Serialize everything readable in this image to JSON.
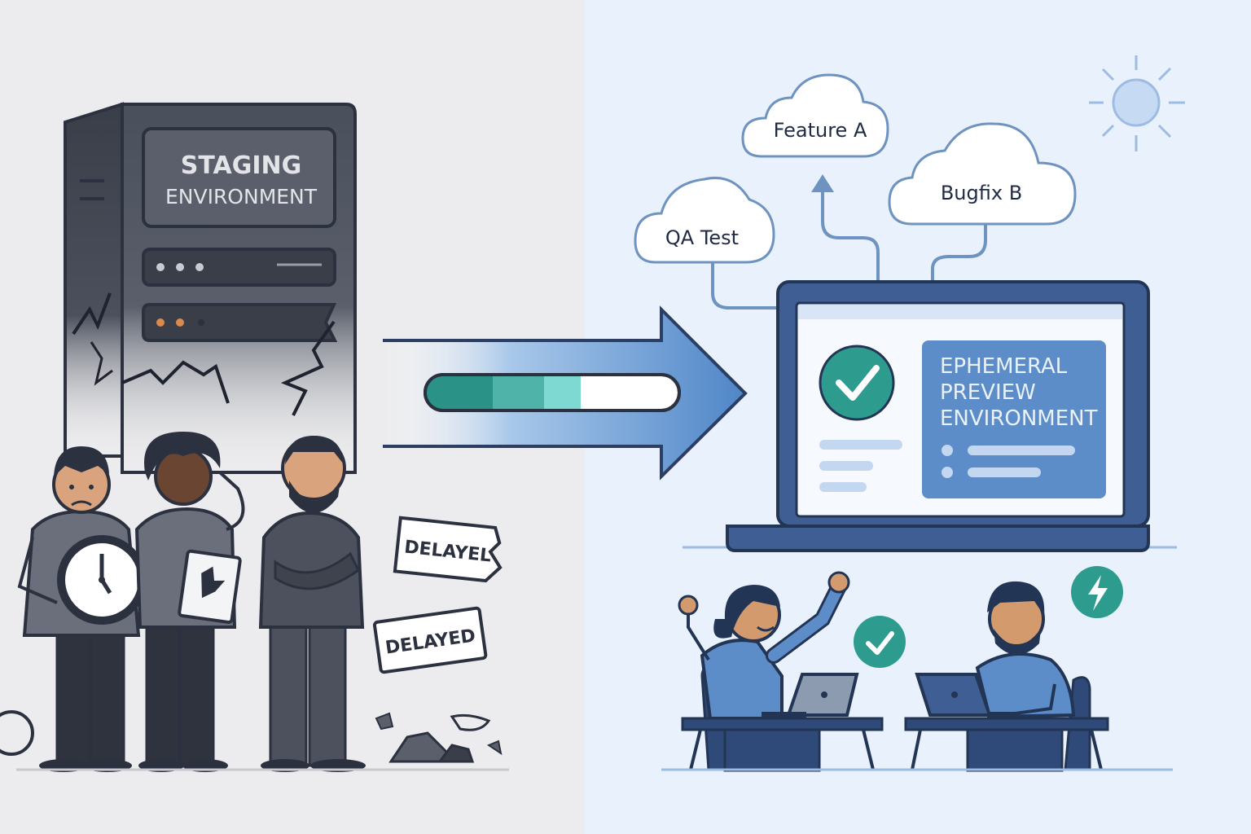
{
  "staging": {
    "title_line1": "STAGING",
    "title_line2": "ENVIRONMENT"
  },
  "badges": {
    "torn": "DELAYEL",
    "whole": "DELAYED"
  },
  "clouds": {
    "feature": "Feature A",
    "bugfix": "Bugfix B",
    "qa": "QA Test"
  },
  "preview": {
    "line1": "EPHEMERAL",
    "line2": "PREVIEW",
    "line3": "ENVIRONMENT"
  },
  "progress": {
    "filled_fraction": 0.6
  },
  "colors": {
    "server": "#4a4f5c",
    "server_dark": "#3a3e49",
    "outline": "#2c3140",
    "laptop": "#3f5e93",
    "screen_panel": "#5c8dc9",
    "teal": "#2d9c8f",
    "cloud_stroke": "#6f93c1",
    "arrow": "#5a8fd0"
  },
  "icons": [
    "clock-icon",
    "checkmark-icon",
    "lightning-icon",
    "sun-icon",
    "arrow-up-icon"
  ]
}
